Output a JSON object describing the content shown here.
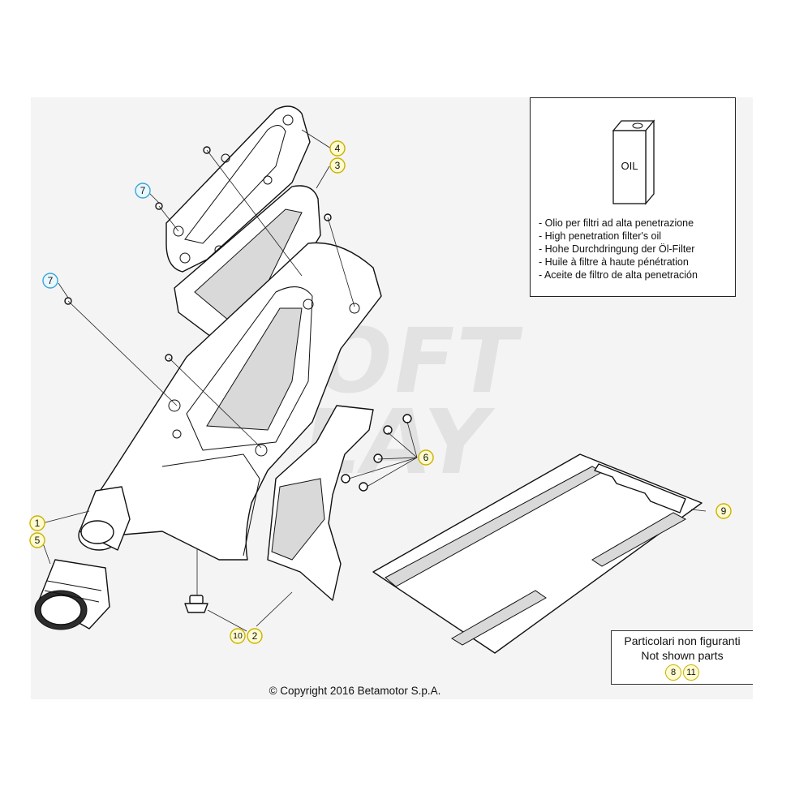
{
  "diagram": {
    "callouts": {
      "c1": "1",
      "c2": "2",
      "c3": "3",
      "c4": "4",
      "c5": "5",
      "c6": "6",
      "c7a": "7",
      "c7b": "7",
      "c9": "9",
      "c10": "10"
    },
    "oil_box": {
      "can_label": "OIL",
      "lines": [
        "- Olio per filtri ad alta penetrazione",
        "- High penetration filter's oil",
        "- Hohe Durchdringung der Öl-Filter",
        "- Huile à filtre à haute pénétration",
        "- Aceite de filtro de alta penetración"
      ]
    },
    "not_shown": {
      "line1": "Particolari non figuranti",
      "line2": "Not shown parts",
      "part_a": "8",
      "part_b": "11"
    },
    "copyright": "© Copyright 2016 Betamotor S.p.A."
  },
  "colors": {
    "callout_fill": "#fffbd0",
    "callout_stroke": "#c9b300",
    "callout_blue_stroke": "#3aa6d8"
  }
}
